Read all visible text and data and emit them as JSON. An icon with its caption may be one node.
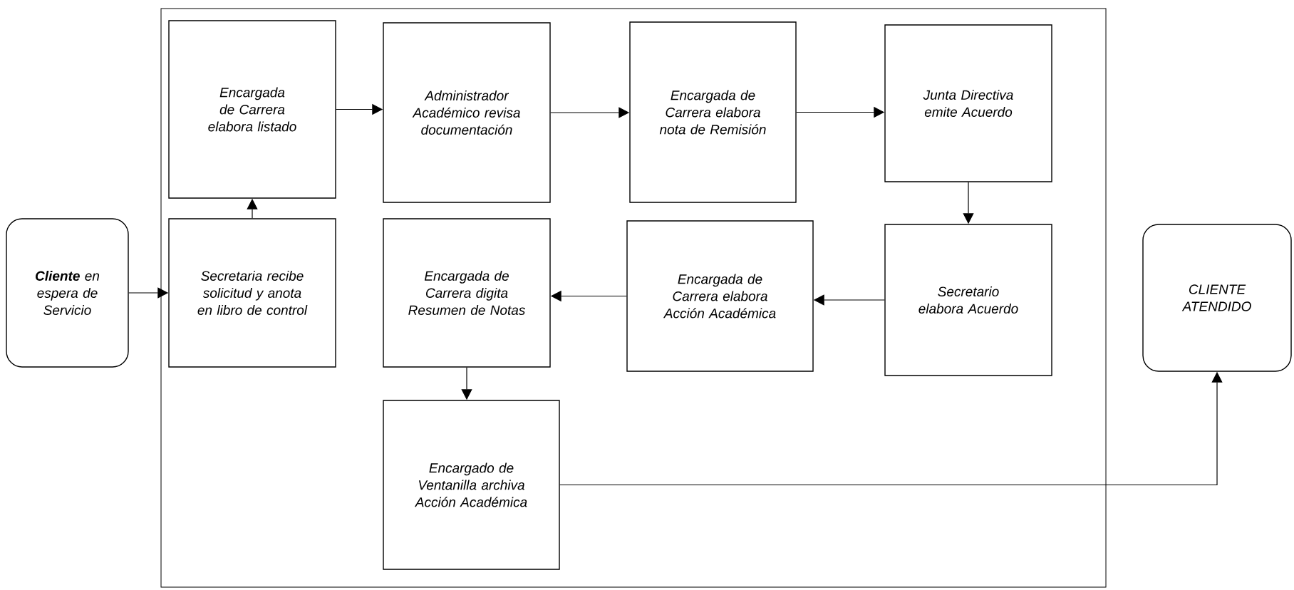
{
  "diagram": {
    "nodes": [
      {
        "text": [
          "**Cliente** en espera de Servicio"
        ]
      },
      {
        "text": [],
        "shape": "box"
      },
      {
        "text": [
          "Encargada de Carrera elabora listado"
        ],
        "in": 1
      },
      {
        "text": [
          "Administrador Académico revisa documentación"
        ],
        "in": 1
      },
      {
        "text": [
          "Encargada de Carrera elabora nota de Remisión"
        ],
        "in": 1
      },
      {
        "text": [
          "Junta Directiva emite Acuerdo"
        ],
        "in": 1
      },
      {
        "text": [
          "Secretaria recibe solicitud y anota en libro de control"
        ],
        "in": 1
      },
      {
        "text": [
          "Encargada de Carrera digita Resumen de Notas"
        ],
        "in": 1
      },
      {
        "text": [
          "Encargada de Carrera elabora Acción Académica"
        ],
        "in": 1
      },
      {
        "text": [
          "Secretario elabora Acuerdo"
        ],
        "in": 1
      },
      {
        "text": [
          "Encargado de Ventanilla archiva Acción Académica"
        ],
        "in": 1
      },
      {
        "text": [
          "CLIENTE ATENDIDO"
        ]
      }
    ],
    "edges": [
      {
        "from": 0,
        "to": 6,
        "arrow": "to"
      },
      {
        "from": 6,
        "to": 2,
        "arrow": "to"
      },
      {
        "from": 2,
        "to": 3,
        "arrow": "to"
      },
      {
        "from": 3,
        "to": 4,
        "arrow": "to"
      },
      {
        "from": 4,
        "to": 5,
        "arrow": "to"
      },
      {
        "from": 5,
        "to": 9,
        "arrow": "to"
      },
      {
        "from": 9,
        "to": 8,
        "arrow": "to"
      },
      {
        "from": 8,
        "to": 7,
        "arrow": "to"
      },
      {
        "from": 7,
        "to": 10,
        "arrow": "to"
      },
      {
        "from": 10,
        "to": 11,
        "arrow": "to"
      }
    ]
  }
}
